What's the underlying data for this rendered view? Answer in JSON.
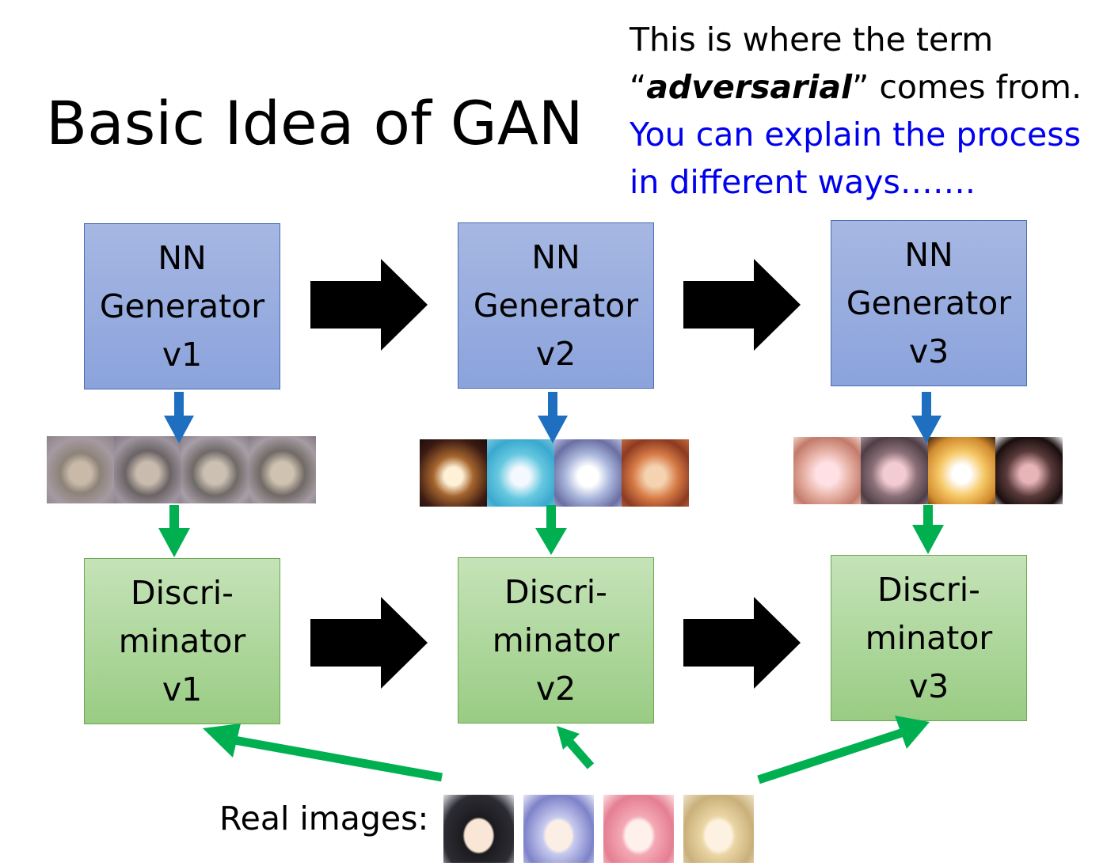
{
  "title": "Basic Idea of GAN",
  "note": {
    "line1": "This is where the term",
    "line2_open": "“",
    "line2_bold": "adversarial",
    "line2_rest": "” comes from.",
    "blue_line1": "You can explain the process",
    "blue_line2": "in different ways……."
  },
  "generators": [
    {
      "l1": "NN",
      "l2": "Generator",
      "l3": "v1"
    },
    {
      "l1": "NN",
      "l2": "Generator",
      "l3": "v2"
    },
    {
      "l1": "NN",
      "l2": "Generator",
      "l3": "v3"
    }
  ],
  "discriminators": [
    {
      "l1": "Discri-",
      "l2": "minator",
      "l3": "v1"
    },
    {
      "l1": "Discri-",
      "l2": "minator",
      "l3": "v2"
    },
    {
      "l1": "Discri-",
      "l2": "minator",
      "l3": "v3"
    }
  ],
  "real_images_label": "Real images:",
  "colors": {
    "generator_fill": "#9db0e0",
    "discriminator_fill": "#b3d9a3",
    "blue_arrow": "#1f6fc0",
    "green_arrow": "#00b050",
    "note_blue": "#0000ee"
  }
}
